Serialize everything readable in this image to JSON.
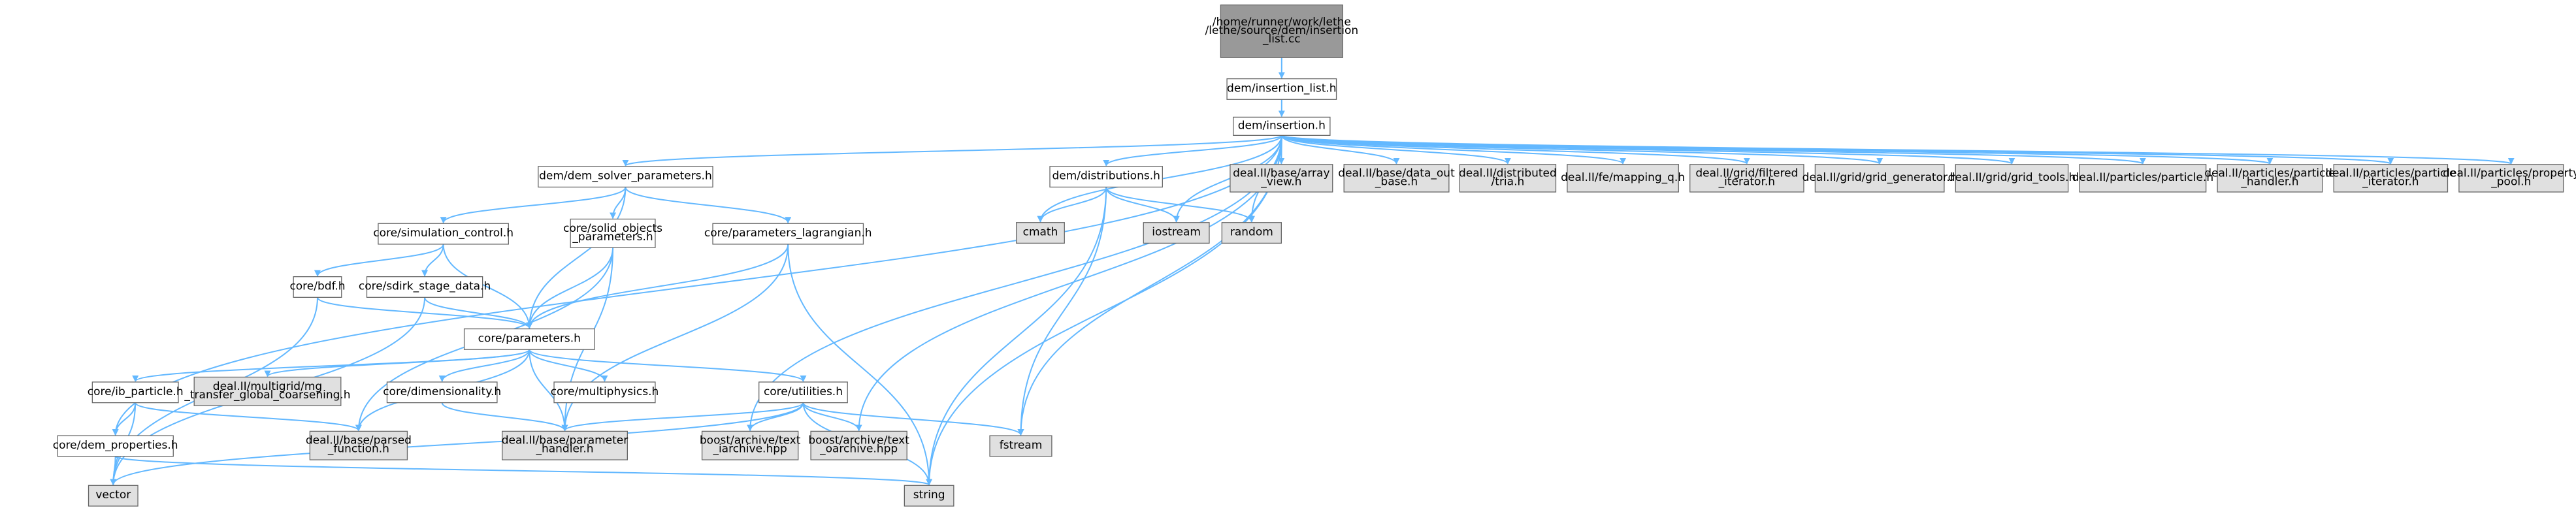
{
  "colors": {
    "root_fill": "#999999",
    "project_fill": "#ffffff",
    "external_fill": "#e0e0e0",
    "edge": "#63b8ff",
    "border_normal": "#666666",
    "border_red": "#ff0000",
    "text": "#000000"
  },
  "nodes": {
    "root": {
      "lines": [
        "/home/runner/work/lethe",
        "/lethe/source/dem/insertion",
        "_list.cc"
      ],
      "kind": "root"
    },
    "insertion_list": {
      "lines": [
        "dem/insertion_list.h"
      ],
      "kind": "project"
    },
    "insertion": {
      "lines": [
        "dem/insertion.h"
      ],
      "kind": "project"
    },
    "dem_solver": {
      "lines": [
        "dem/dem_solver_parameters.h"
      ],
      "kind": "project"
    },
    "distributions": {
      "lines": [
        "dem/distributions.h"
      ],
      "kind": "project"
    },
    "array_view": {
      "lines": [
        "deal.II/base/array",
        "_view.h"
      ],
      "kind": "external"
    },
    "data_out": {
      "lines": [
        "deal.II/base/data_out",
        "_base.h"
      ],
      "kind": "external"
    },
    "tria": {
      "lines": [
        "deal.II/distributed",
        "/tria.h"
      ],
      "kind": "external"
    },
    "mapping_q": {
      "lines": [
        "deal.II/fe/mapping_q.h"
      ],
      "kind": "external"
    },
    "filtered_iter": {
      "lines": [
        "deal.II/grid/filtered",
        "_iterator.h"
      ],
      "kind": "external"
    },
    "grid_gen": {
      "lines": [
        "deal.II/grid/grid_generator.h"
      ],
      "kind": "external"
    },
    "grid_tools": {
      "lines": [
        "deal.II/grid/grid_tools.h"
      ],
      "kind": "external"
    },
    "particle": {
      "lines": [
        "deal.II/particles/particle.h"
      ],
      "kind": "external"
    },
    "particle_handler": {
      "lines": [
        "deal.II/particles/particle",
        "_handler.h"
      ],
      "kind": "external"
    },
    "particle_iter": {
      "lines": [
        "deal.II/particles/particle",
        "_iterator.h"
      ],
      "kind": "external"
    },
    "property_pool": {
      "lines": [
        "deal.II/particles/property",
        "_pool.h"
      ],
      "kind": "external"
    },
    "sim_control": {
      "lines": [
        "core/simulation_control.h"
      ],
      "kind": "project"
    },
    "solid_objects": {
      "lines": [
        "core/solid_objects",
        "_parameters.h"
      ],
      "kind": "project"
    },
    "params_lag": {
      "lines": [
        "core/parameters_lagrangian.h"
      ],
      "kind": "project"
    },
    "bdf": {
      "lines": [
        "core/bdf.h"
      ],
      "kind": "red"
    },
    "sdirk": {
      "lines": [
        "core/sdirk_stage_data.h"
      ],
      "kind": "red"
    },
    "parameters": {
      "lines": [
        "core/parameters.h"
      ],
      "kind": "project"
    },
    "ib_particle": {
      "lines": [
        "core/ib_particle.h"
      ],
      "kind": "red"
    },
    "mg_transfer": {
      "lines": [
        "deal.II/multigrid/mg",
        "_transfer_global_coarsening.h"
      ],
      "kind": "external"
    },
    "dimensionality": {
      "lines": [
        "core/dimensionality.h"
      ],
      "kind": "project"
    },
    "multiphysics": {
      "lines": [
        "core/multiphysics.h"
      ],
      "kind": "project"
    },
    "utilities": {
      "lines": [
        "core/utilities.h"
      ],
      "kind": "red"
    },
    "dem_props": {
      "lines": [
        "core/dem_properties.h"
      ],
      "kind": "project"
    },
    "parsed_fn": {
      "lines": [
        "deal.II/base/parsed",
        "_function.h"
      ],
      "kind": "external"
    },
    "param_handler": {
      "lines": [
        "deal.II/base/parameter",
        "_handler.h"
      ],
      "kind": "external"
    },
    "text_iarchive": {
      "lines": [
        "boost/archive/text",
        "_iarchive.hpp"
      ],
      "kind": "external"
    },
    "text_oarchive": {
      "lines": [
        "boost/archive/text",
        "_oarchive.hpp"
      ],
      "kind": "external"
    },
    "fstream": {
      "lines": [
        "fstream"
      ],
      "kind": "external"
    },
    "vector": {
      "lines": [
        "vector"
      ],
      "kind": "external"
    },
    "string": {
      "lines": [
        "string"
      ],
      "kind": "external"
    },
    "cmath": {
      "lines": [
        "cmath"
      ],
      "kind": "external"
    },
    "iostream": {
      "lines": [
        "iostream"
      ],
      "kind": "external"
    },
    "random": {
      "lines": [
        "random"
      ],
      "kind": "external"
    }
  },
  "edges": [
    [
      "root",
      "insertion_list"
    ],
    [
      "insertion_list",
      "insertion"
    ],
    [
      "insertion",
      "dem_solver"
    ],
    [
      "insertion",
      "distributions"
    ],
    [
      "insertion",
      "array_view"
    ],
    [
      "insertion",
      "data_out"
    ],
    [
      "insertion",
      "tria"
    ],
    [
      "insertion",
      "mapping_q"
    ],
    [
      "insertion",
      "filtered_iter"
    ],
    [
      "insertion",
      "grid_gen"
    ],
    [
      "insertion",
      "grid_tools"
    ],
    [
      "insertion",
      "particle"
    ],
    [
      "insertion",
      "particle_handler"
    ],
    [
      "insertion",
      "particle_iter"
    ],
    [
      "insertion",
      "property_pool"
    ],
    [
      "insertion",
      "dem_props"
    ],
    [
      "insertion",
      "cmath"
    ],
    [
      "insertion",
      "iostream"
    ],
    [
      "insertion",
      "random"
    ],
    [
      "insertion",
      "fstream"
    ],
    [
      "insertion",
      "string"
    ],
    [
      "insertion",
      "text_iarchive"
    ],
    [
      "insertion",
      "text_oarchive"
    ],
    [
      "dem_solver",
      "sim_control"
    ],
    [
      "dem_solver",
      "solid_objects"
    ],
    [
      "dem_solver",
      "params_lag"
    ],
    [
      "dem_solver",
      "parameters"
    ],
    [
      "distributions",
      "cmath"
    ],
    [
      "distributions",
      "iostream"
    ],
    [
      "distributions",
      "random"
    ],
    [
      "distributions",
      "fstream"
    ],
    [
      "distributions",
      "string"
    ],
    [
      "sim_control",
      "bdf"
    ],
    [
      "sim_control",
      "sdirk"
    ],
    [
      "sim_control",
      "parameters"
    ],
    [
      "solid_objects",
      "parameters"
    ],
    [
      "solid_objects",
      "parsed_fn"
    ],
    [
      "solid_objects",
      "param_handler"
    ],
    [
      "params_lag",
      "parameters"
    ],
    [
      "params_lag",
      "param_handler"
    ],
    [
      "params_lag",
      "string"
    ],
    [
      "bdf",
      "parameters"
    ],
    [
      "bdf",
      "vector"
    ],
    [
      "sdirk",
      "parameters"
    ],
    [
      "sdirk",
      "vector"
    ],
    [
      "parameters",
      "ib_particle"
    ],
    [
      "parameters",
      "mg_transfer"
    ],
    [
      "parameters",
      "dimensionality"
    ],
    [
      "parameters",
      "multiphysics"
    ],
    [
      "parameters",
      "utilities"
    ],
    [
      "parameters",
      "parsed_fn"
    ],
    [
      "parameters",
      "param_handler"
    ],
    [
      "ib_particle",
      "dem_props"
    ],
    [
      "ib_particle",
      "parsed_fn"
    ],
    [
      "ib_particle",
      "vector"
    ],
    [
      "dimensionality",
      "param_handler"
    ],
    [
      "utilities",
      "param_handler"
    ],
    [
      "utilities",
      "text_iarchive"
    ],
    [
      "utilities",
      "text_oarchive"
    ],
    [
      "utilities",
      "fstream"
    ],
    [
      "utilities",
      "vector"
    ],
    [
      "utilities",
      "string"
    ],
    [
      "dem_props",
      "vector"
    ],
    [
      "dem_props",
      "string"
    ]
  ]
}
